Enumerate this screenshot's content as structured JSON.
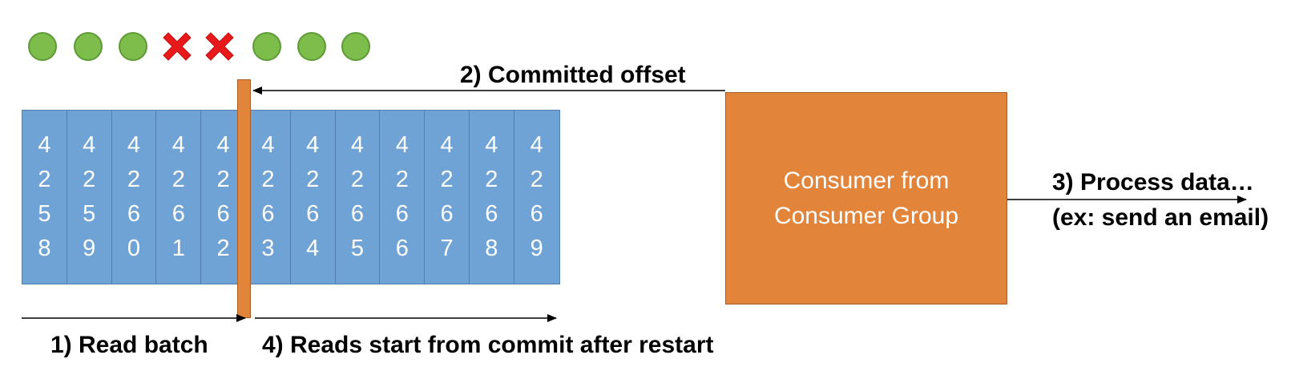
{
  "status_markers": [
    "ok",
    "ok",
    "ok",
    "fail",
    "fail",
    "ok",
    "ok",
    "ok"
  ],
  "colors": {
    "ok_marker": "#7cbd4c",
    "fail_marker": "#e8191b",
    "offset_cell": "#6fa3d6",
    "commit_marker": "#e3843b",
    "consumer_box": "#e3843b"
  },
  "offsets": [
    [
      "4",
      "2",
      "5",
      "8"
    ],
    [
      "4",
      "2",
      "5",
      "9"
    ],
    [
      "4",
      "2",
      "6",
      "0"
    ],
    [
      "4",
      "2",
      "6",
      "1"
    ],
    [
      "4",
      "2",
      "6",
      "2"
    ],
    [
      "4",
      "2",
      "6",
      "3"
    ],
    [
      "4",
      "2",
      "6",
      "4"
    ],
    [
      "4",
      "2",
      "6",
      "5"
    ],
    [
      "4",
      "2",
      "6",
      "6"
    ],
    [
      "4",
      "2",
      "6",
      "7"
    ],
    [
      "4",
      "2",
      "6",
      "8"
    ],
    [
      "4",
      "2",
      "6",
      "9"
    ]
  ],
  "consumer": {
    "line1": "Consumer from",
    "line2": "Consumer Group"
  },
  "labels": {
    "committed_offset": "2) Committed offset",
    "process_data": "3) Process data…",
    "process_example": "(ex: send an email)",
    "read_batch": "1) Read batch",
    "reads_restart": "4) Reads start from commit after restart"
  }
}
